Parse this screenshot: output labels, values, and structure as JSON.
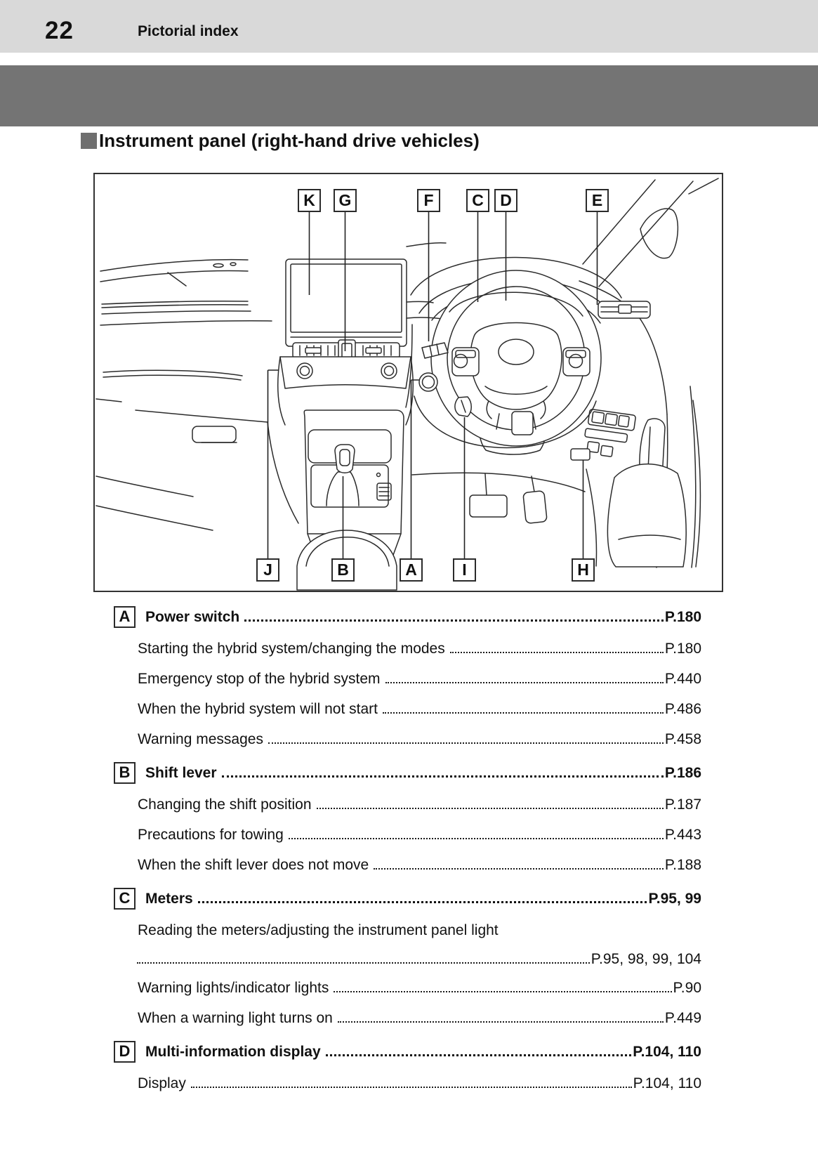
{
  "page_header": {
    "page_number": "22",
    "chapter_title": "Pictorial index"
  },
  "section": {
    "title": "Instrument panel (right-hand drive vehicles)"
  },
  "diagram": {
    "top_labels": [
      "K",
      "G",
      "F",
      "C",
      "D",
      "E"
    ],
    "bottom_labels": [
      "J",
      "B",
      "A",
      "I",
      "H"
    ]
  },
  "index": {
    "entries": [
      {
        "letter": "A",
        "title": "Power switch",
        "pages": "P.180",
        "subs": [
          {
            "label": "Starting the hybrid system/changing the modes",
            "pages": "P.180"
          },
          {
            "label": "Emergency stop of the hybrid system",
            "pages": "P.440"
          },
          {
            "label": "When the hybrid system will not start",
            "pages": "P.486"
          },
          {
            "label": "Warning messages",
            "pages": "P.458"
          }
        ]
      },
      {
        "letter": "B",
        "title": "Shift lever",
        "pages": "P.186",
        "subs": [
          {
            "label": "Changing the shift position",
            "pages": "P.187"
          },
          {
            "label": "Precautions for towing",
            "pages": "P.443"
          },
          {
            "label": "When the shift lever does not move",
            "pages": "P.188"
          }
        ]
      },
      {
        "letter": "C",
        "title": "Meters",
        "pages": "P.95, 99",
        "subs": [
          {
            "label": "Reading the meters/adjusting the instrument panel light",
            "pages": "P.95, 98, 99, 104"
          },
          {
            "label": "Warning lights/indicator lights",
            "pages": "P.90"
          },
          {
            "label": "When a warning light turns on",
            "pages": "P.449"
          }
        ]
      },
      {
        "letter": "D",
        "title": "Multi-information display",
        "pages": "P.104, 110",
        "subs": [
          {
            "label": "Display",
            "pages": "P.104, 110"
          }
        ]
      }
    ]
  },
  "colors": {
    "header_bg": "#d9d9d9",
    "divider_band": "#747474",
    "title_bullet": "#6f6f6f"
  }
}
